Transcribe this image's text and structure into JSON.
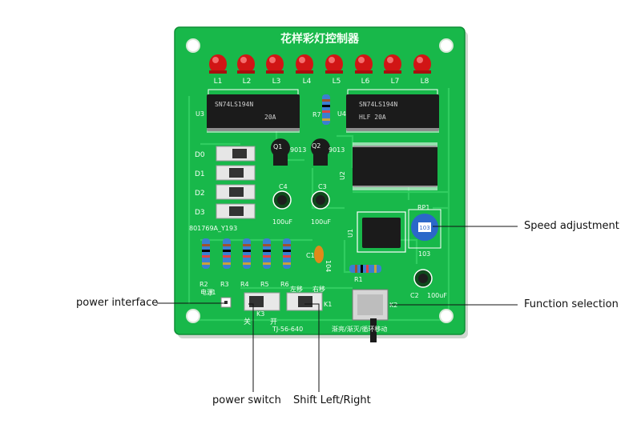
{
  "board": {
    "title": "花样彩灯控制器",
    "model": "TJ-56-640",
    "batch": "801769A_Y193",
    "footer_mode": "渐亮/渐灭/循环移动",
    "led_labels": [
      "L1",
      "L2",
      "L3",
      "L4",
      "L5",
      "L6",
      "L7",
      "L8"
    ],
    "dip_labels": [
      "D0",
      "D1",
      "D2",
      "D3"
    ],
    "resistor_labels": [
      "R2",
      "R3",
      "R4",
      "R5",
      "R6"
    ],
    "ic_u3": {
      "ref": "U3",
      "line1": "SN74LS194N",
      "line2": "20A"
    },
    "ic_u4": {
      "ref": "U4",
      "line1": "SN74LS194N",
      "line2": "HLF  20A"
    },
    "ic_u2": {
      "ref": "U2"
    },
    "ic_u1": {
      "ref": "U1"
    },
    "r7": "R7",
    "r1": "R1",
    "q1": {
      "ref": "Q1",
      "part": "9013"
    },
    "q2": {
      "ref": "Q2",
      "part": "9013"
    },
    "c4": {
      "ref": "C4",
      "value": "100uF"
    },
    "c3": {
      "ref": "C3",
      "value": "100uF"
    },
    "c2": {
      "ref": "C2",
      "value": "100uF"
    },
    "c1": {
      "ref": "C1",
      "value": "104"
    },
    "rp1": {
      "ref": "RP1",
      "code": "103",
      "label": "103"
    },
    "j1": {
      "ref": "J1",
      "label": "电源"
    },
    "k3": {
      "ref": "K3",
      "label_off": "关",
      "label_on": "开"
    },
    "k1": {
      "ref": "K1",
      "label_left": "左移",
      "label_right": "右移"
    },
    "k2": {
      "ref": "K2"
    }
  },
  "callouts": {
    "speed": "Speed adjustment",
    "function": "Function selection",
    "power_interface": "power interface",
    "power_switch": "power switch",
    "shift": "Shift Left/Right"
  },
  "colors": {
    "pcb": "#18b84a",
    "led": "#e51e1e",
    "ic": "#1b1b1b"
  }
}
